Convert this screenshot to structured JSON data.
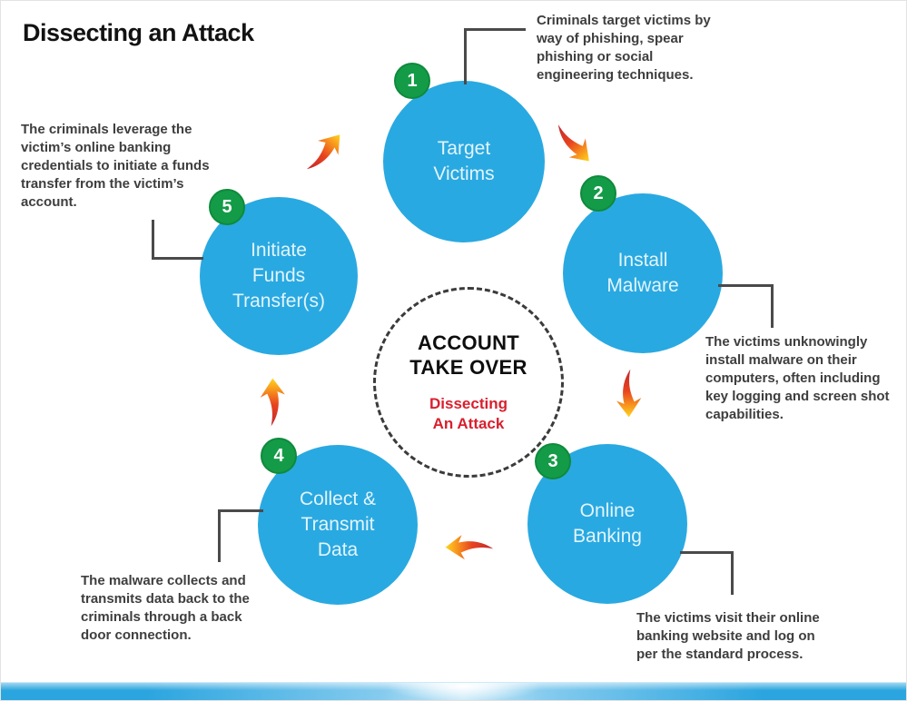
{
  "title": "Dissecting an Attack",
  "center": {
    "title_lines": [
      "ACCOUNT",
      "TAKE OVER"
    ],
    "subtitle_lines": [
      "Dissecting",
      "An Attack"
    ]
  },
  "steps": [
    {
      "number": "1",
      "label_lines": [
        "Target",
        "Victims"
      ],
      "annotation_lines": [
        "Criminals target victims by",
        "way of phishing, spear",
        "phishing or social",
        "engineering techniques."
      ]
    },
    {
      "number": "2",
      "label_lines": [
        "Install",
        "Malware"
      ],
      "annotation_lines": [
        "The victims unknowingly",
        "install malware on their",
        "computers, often including",
        "key logging and screen shot",
        "capabilities."
      ]
    },
    {
      "number": "3",
      "label_lines": [
        "Online",
        "Banking"
      ],
      "annotation_lines": [
        "The victims visit their online",
        "banking website and log on",
        "per the standard process."
      ]
    },
    {
      "number": "4",
      "label_lines": [
        "Collect &",
        "Transmit",
        "Data"
      ],
      "annotation_lines": [
        "The malware collects and",
        "transmits data back to the",
        "criminals through a back",
        "door connection."
      ]
    },
    {
      "number": "5",
      "label_lines": [
        "Initiate",
        "Funds",
        "Transfer(s)"
      ],
      "annotation_lines": [
        "The criminals leverage the",
        "victim’s online banking",
        "credentials to initiate a funds",
        "transfer from the victim’s",
        "account."
      ]
    }
  ],
  "colors": {
    "circle_blue": "#29A9E1",
    "badge_green": "#149B48",
    "accent_red": "#D91F2E",
    "arrow_tail_red": "#C1272D",
    "arrow_head_yellow": "#FFD520",
    "text_dark": "#3E3E3E",
    "footer_blue": "#2BA5DF"
  }
}
